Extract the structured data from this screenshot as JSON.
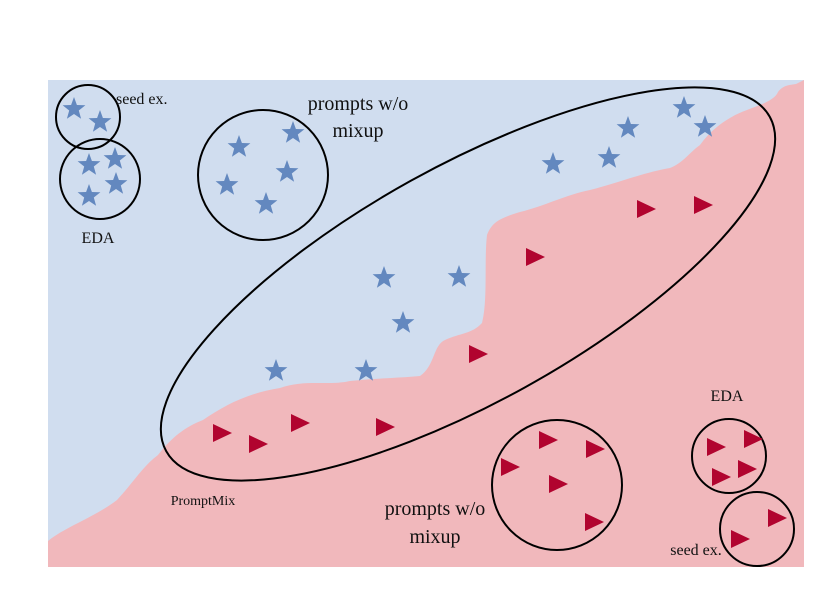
{
  "colors": {
    "blue_region": "#d0ddef",
    "red_region": "#f1b8bc",
    "star": "#6388bf",
    "triangle": "#b1042f",
    "outline": "#000000"
  },
  "labels": {
    "seed_ex_top": "seed ex.",
    "eda_top": "EDA",
    "prompts_top_line1": "prompts w/o",
    "prompts_top_line2": "mixup",
    "promptmix": "PromptMix",
    "prompts_bottom_line1": "prompts w/o",
    "prompts_bottom_line2": "mixup",
    "eda_bottom": "EDA",
    "seed_ex_bottom": "seed ex."
  },
  "markers": {
    "star": "star-icon",
    "triangle": "triangle-icon"
  }
}
